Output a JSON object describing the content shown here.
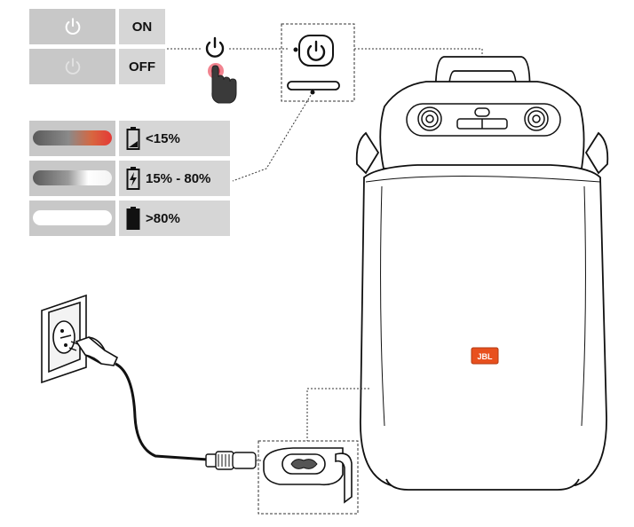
{
  "power_states": {
    "on_label": "ON",
    "off_label": "OFF"
  },
  "battery_levels": [
    {
      "label": "<15%",
      "icon": "battery-low-icon"
    },
    {
      "label": "15% - 80%",
      "icon": "battery-charging-icon"
    },
    {
      "label": ">80%",
      "icon": "battery-full-icon"
    }
  ],
  "speaker": {
    "logo_text": "JBL",
    "brand_color": "#e8501e"
  },
  "colors": {
    "status_red": "#e53935",
    "panel_gray": "#c8c8c8"
  }
}
